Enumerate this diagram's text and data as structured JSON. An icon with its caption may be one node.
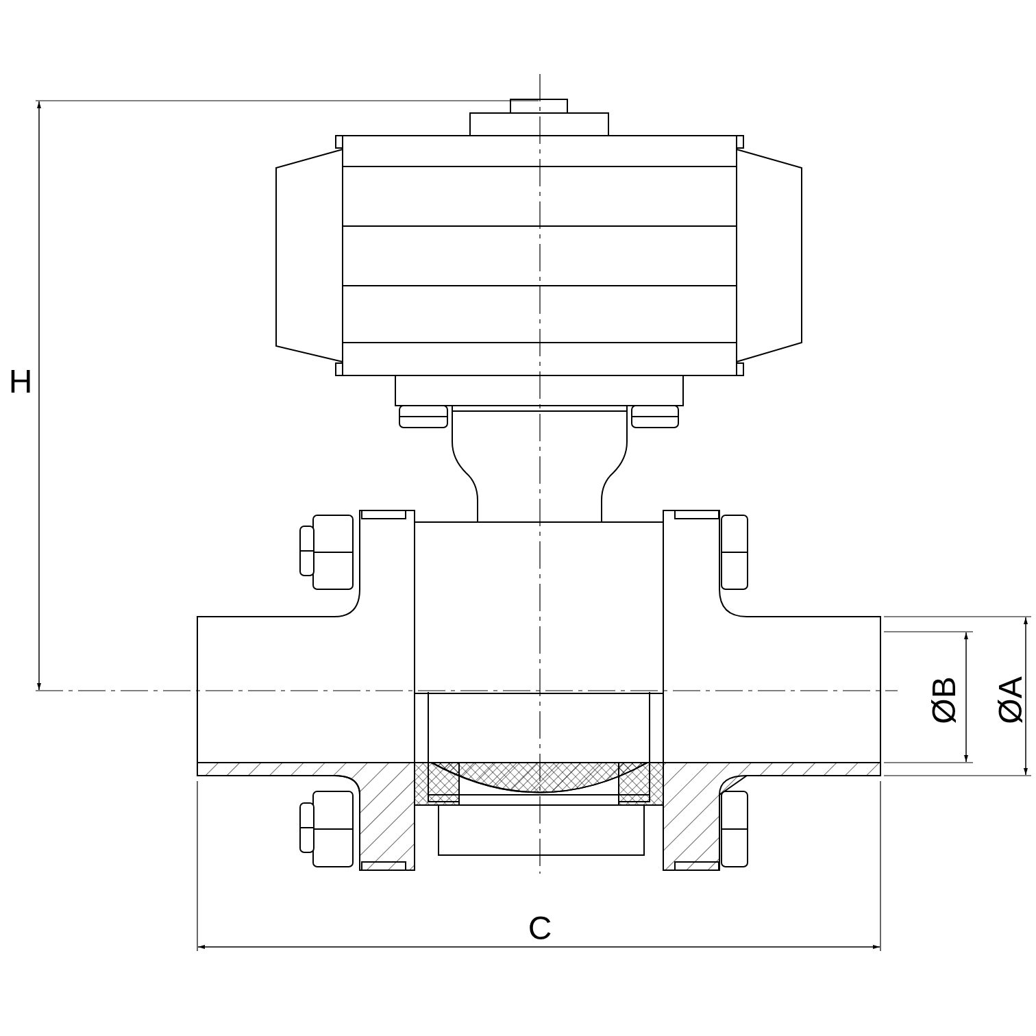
{
  "diagram": {
    "labels": [
      "H",
      "ØB",
      "ØA",
      "C"
    ]
  }
}
